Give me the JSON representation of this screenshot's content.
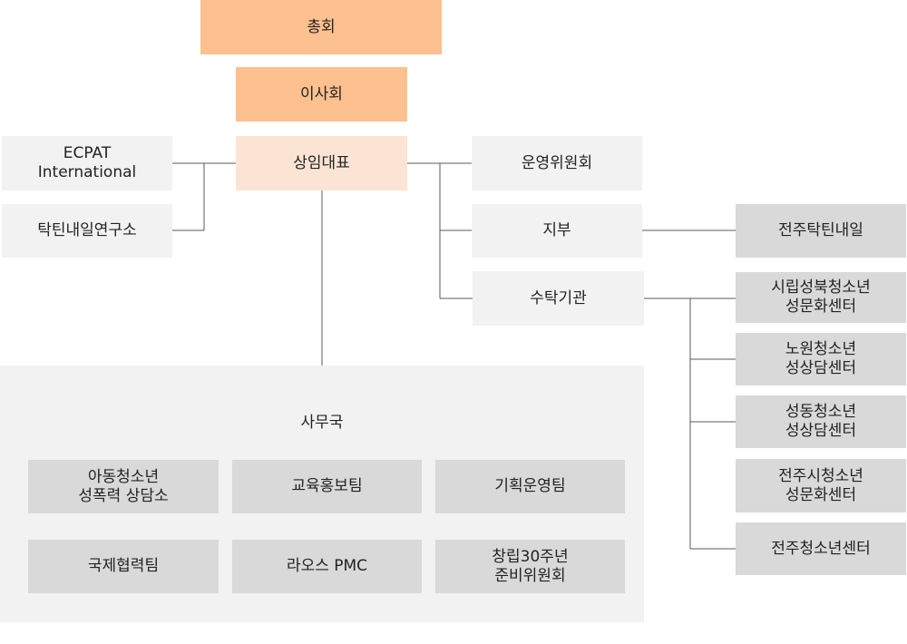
{
  "general_assembly": "총회",
  "board": "이사회",
  "representative": "상임대표",
  "affiliates": {
    "ecpat": "ECPAT\nInternational",
    "institute": "탁틴내일연구소"
  },
  "operations_committee": "운영위원회",
  "branch": {
    "label": "지부",
    "child": "전주탁틴내일"
  },
  "contracted": {
    "label": "수탁기관",
    "children": [
      "시립성북청소년\n성문화센터",
      "노원청소년\n성상담센터",
      "성동청소년\n성상담센터",
      "전주시청소년\n성문화센터",
      "전주청소년센터"
    ]
  },
  "secretariat": {
    "title": "사무국",
    "teams": [
      "아동청소년\n성폭력 상담소",
      "교육홍보팀",
      "기획운영팀",
      "국제협력팀",
      "라오스 PMC",
      "창립30주년\n준비위원회"
    ]
  },
  "colors": {
    "top": "#fdc08f",
    "representative": "#fbe4d4",
    "light_box": "#f2f2f2",
    "grey_box": "#d9d9d9",
    "connector": "#595959"
  }
}
